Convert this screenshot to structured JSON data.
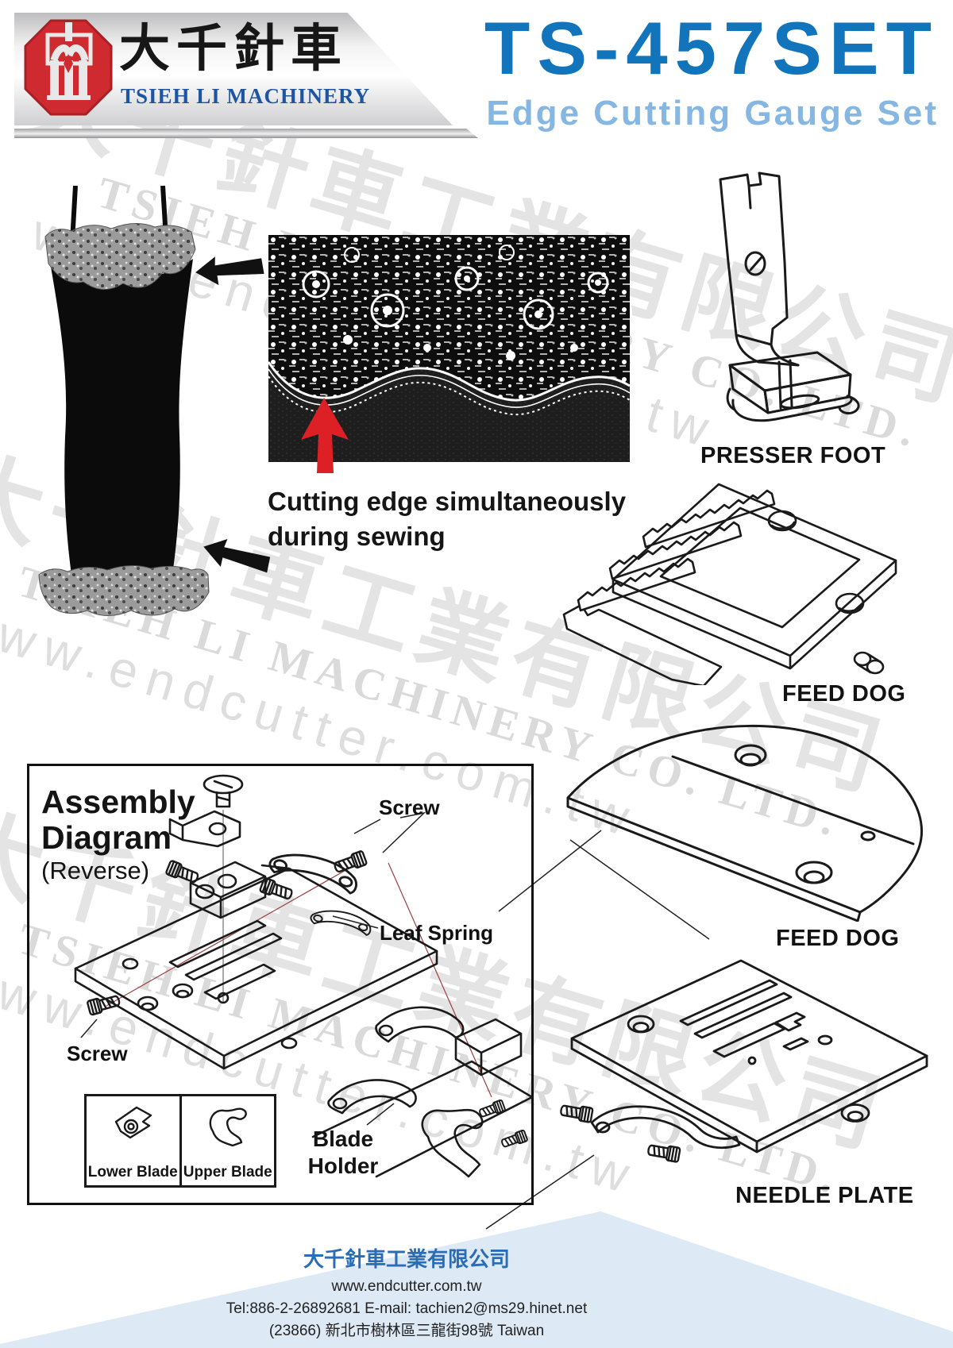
{
  "header": {
    "logo_text_cn": "大千針車",
    "logo_text_en": "TSIEH LI MACHINERY"
  },
  "title": {
    "model": "TS-457SET",
    "subtitle": "Edge Cutting Gauge Set"
  },
  "intro": {
    "caption_line1": "Cutting edge simultaneously",
    "caption_line2": "during sewing"
  },
  "parts": {
    "presser_foot_label": "PRESSER FOOT",
    "feed_dog_label_1": "FEED DOG",
    "feed_dog_label_2": "FEED DOG",
    "needle_plate_label": "NEEDLE PLATE"
  },
  "assembly": {
    "title_line1": "Assembly",
    "title_line2": "Diagram",
    "title_line3": "(Reverse)",
    "label_screw_top": "Screw",
    "label_leaf_spring": "Leaf Spring",
    "label_screw_bottom": "Screw",
    "label_blade_holder_line1": "Blade",
    "label_blade_holder_line2": "Holder",
    "label_lower_blade": "Lower Blade",
    "label_upper_blade": "Upper Blade"
  },
  "watermark": {
    "cn": "大千針車工業有限公司",
    "en": "TSIEH LI MACHINERY CO. LTD.",
    "url": "www.endcutter.com.tw"
  },
  "footer": {
    "company": "大千針車工業有限公司",
    "website": "www.endcutter.com.tw",
    "tel_email": "Tel:886-2-26892681  E-mail: tachien2@ms29.hinet.net",
    "address": "(23866)  新北市樹林區三龍街98號 Taiwan"
  },
  "colors": {
    "title_blue": "#1274bb",
    "subtitle_blue": "#85b7e2",
    "header_en_blue": "#1d55a2",
    "logo_red": "#cf2a30",
    "footer_bg_blue": "#dde9f5",
    "footer_company_blue": "#2a6cb6",
    "arrow_red": "#dd2026"
  }
}
